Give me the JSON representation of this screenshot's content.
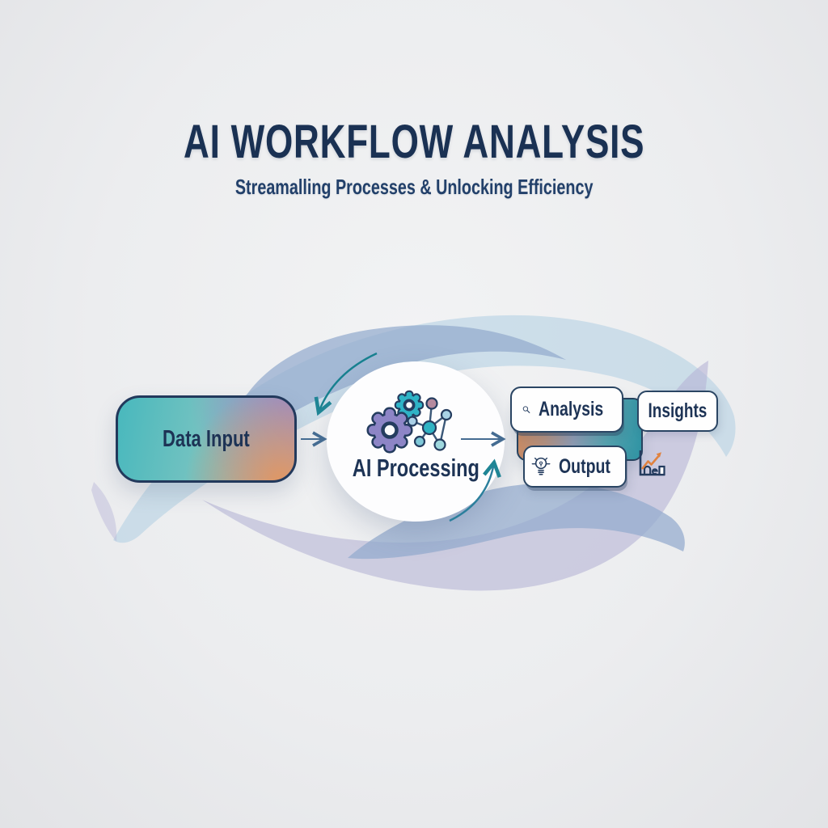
{
  "header": {
    "title": "AI WORKFLOW ANALYSIS",
    "subtitle": "Streamalling Processes & Unlocking Efficiency"
  },
  "flow": {
    "data_input_label": "Data Input",
    "ai_processing_label": "AI Processing",
    "analysis_label": "Analysis",
    "insights_label": "Insights",
    "output_label": "Output"
  },
  "icons": {
    "gears": "gears-icon",
    "network": "network-nodes-icon",
    "magnifier": "magnifier-icon",
    "lightbulb": "lightbulb-icon",
    "trend_chart": "trend-chart-icon",
    "flow_arrows": "flow-arrow-icons"
  },
  "colors": {
    "navy": "#1d3456",
    "teal": "#2fb3c4",
    "purple": "#8d85c6",
    "orange": "#df9a63",
    "light_blue": "#b7d2e4",
    "steel_blue": "#93aacd",
    "lavender": "#b5b4d6",
    "background": "#edeef0"
  }
}
